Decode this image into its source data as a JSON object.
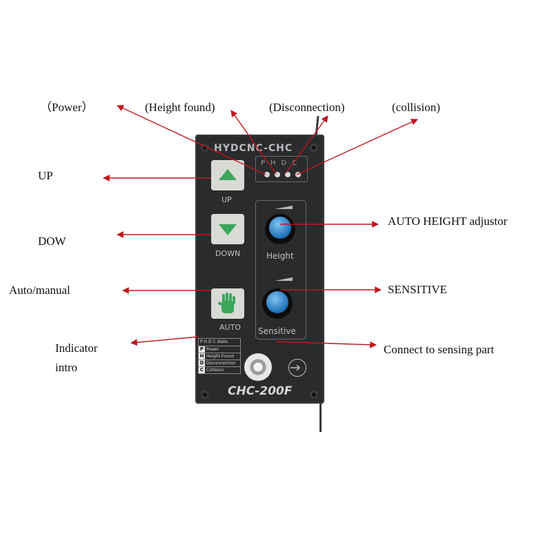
{
  "callouts": {
    "power": "（Power）",
    "height_found": "(Height found)",
    "disconnection": "(Disconnection)",
    "collision": "(collision)",
    "up": "UP",
    "down": "DOW",
    "auto_manual": "Auto/manual",
    "indicator_line1": "Indicator",
    "indicator_line2": "intro",
    "auto_height": "AUTO HEIGHT adjustor",
    "sensitive": "SENSITIVE",
    "connect": "Connect to sensing part"
  },
  "device": {
    "brand": "HYDCNC-CHC",
    "led_letters": "PHDC",
    "up_label": "UP",
    "down_label": "DOWN",
    "auto_label": "AUTO",
    "height_label": "Height",
    "sensitive_label": "Sensitive",
    "model": "CHC-200F",
    "legend": {
      "title": "P H D C state",
      "rows": [
        {
          "key": "P",
          "text": "Power"
        },
        {
          "key": "H",
          "text": "Height Found"
        },
        {
          "key": "D",
          "text": "Disconnection"
        },
        {
          "key": "C",
          "text": "Collision"
        }
      ]
    }
  },
  "colors": {
    "arrow": "#c0161c",
    "panel": "#2a2b2d",
    "button_arrow": "#3aa65a",
    "knob_cap": "#1d6fb8"
  },
  "icons": {
    "up": "triangle-up-icon",
    "down": "triangle-down-icon",
    "auto": "hand-icon",
    "sense": "sensing-port-icon"
  }
}
